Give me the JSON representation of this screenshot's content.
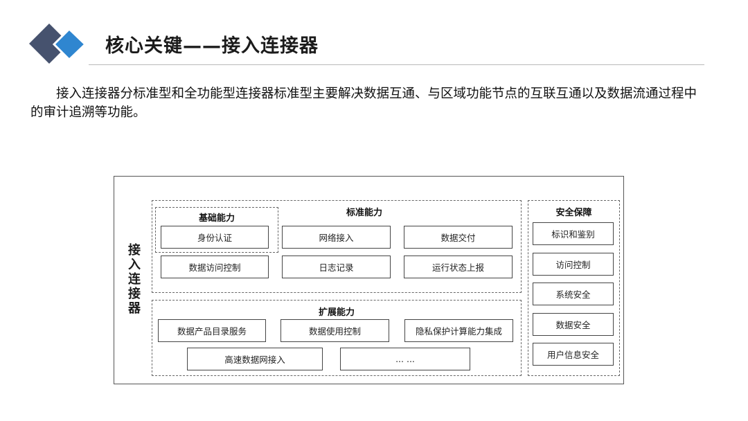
{
  "header": {
    "title": "核心关键——接入连接器"
  },
  "intro": {
    "paragraph": "接入连接器分标准型和全功能型连接器标准型主要解决数据互通、与区域功能节点的互联互通以及数据流通过程中的审计追溯等功能。"
  },
  "diagram": {
    "side_label": "接入连接器",
    "standard": {
      "title": "标准能力",
      "basic_title": "基础能力",
      "items": [
        "身份认证",
        "网络接入",
        "数据交付",
        "数据访问控制",
        "日志记录",
        "运行状态上报"
      ]
    },
    "extended": {
      "title": "扩展能力",
      "items": [
        "数据产品目录服务",
        "数据使用控制",
        "隐私保护计算能力集成",
        "高速数据网接入",
        "... ..."
      ]
    },
    "security": {
      "title": "安全保障",
      "items": [
        "标识和鉴别",
        "访问控制",
        "系统安全",
        "数据安全",
        "用户信息安全"
      ]
    }
  },
  "colors": {
    "logo_dark": "#46526e",
    "logo_accent": "#2f86d0"
  }
}
